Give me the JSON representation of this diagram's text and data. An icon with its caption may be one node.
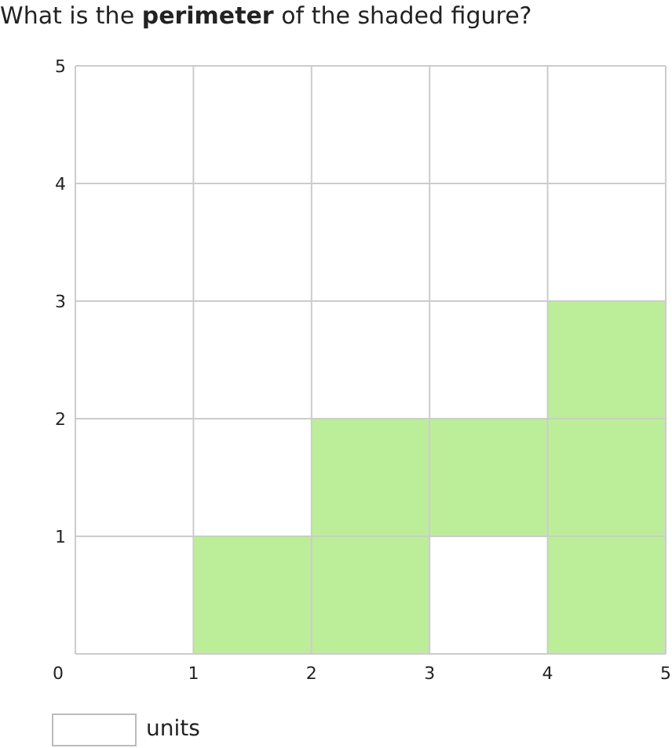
{
  "diagram": {
    "title": "What is the **perimeter** of the shaded figure?",
    "labels": [
      "5",
      "4",
      "3",
      "2",
      "1",
      "0",
      "1",
      "2",
      "3",
      "4",
      "5",
      "units"
    ]
  }
}
